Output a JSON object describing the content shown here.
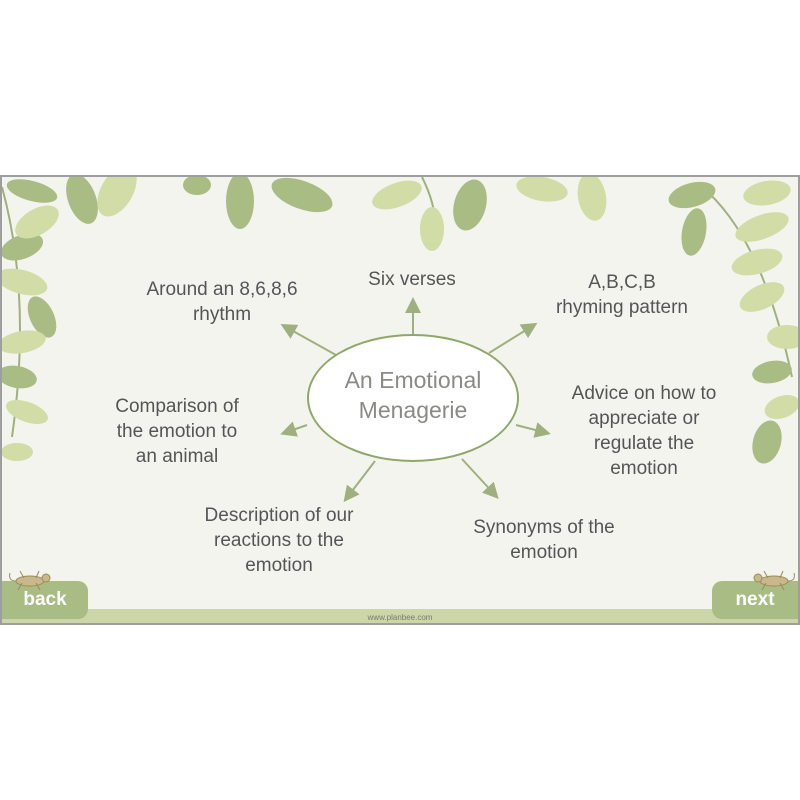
{
  "center": {
    "line1": "An Emotional",
    "line2": "Menagerie"
  },
  "nodes": {
    "top": "Six verses",
    "top_left": "Around an 8,6,8,6\nrhythm",
    "top_right": "A,B,C,B\nrhyming pattern",
    "left": "Comparison of\nthe emotion to\nan animal",
    "right": "Advice on how to\nappreciate or\nregulate the\nemotion",
    "bottom_left": "Description of our\nreactions to the\nemotion",
    "bottom_right": "Synonyms of the\nemotion"
  },
  "nav": {
    "back": "back",
    "next": "next"
  },
  "footer": {
    "url": "www.planbee.com"
  },
  "colors": {
    "leaf_dark": "#a9bc84",
    "leaf_light": "#d2dca6",
    "arrow": "#9fb07e",
    "button": "#a9bc84"
  },
  "icons": [
    "gecko-icon",
    "leaf-decoration"
  ]
}
